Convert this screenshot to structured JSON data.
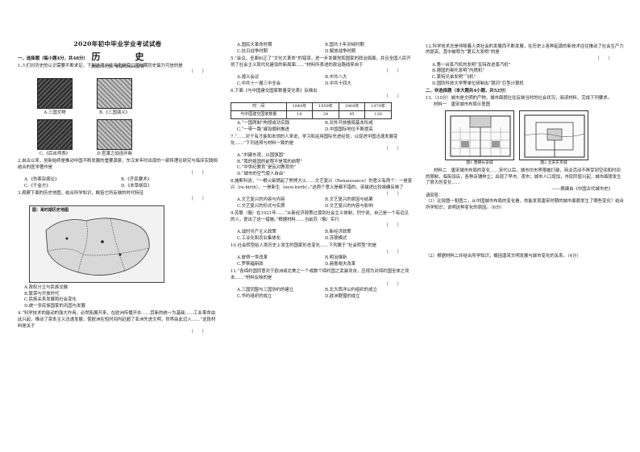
{
  "header": {
    "exam_title": "2020年初中毕业学业考试试卷",
    "subject": "历　史",
    "meta": "满分100分，考试时间60分钟"
  },
  "col1": {
    "section1": "一、选择题（每小题4分，共48分）",
    "q1": "1.人们对历史的认识需要不断求证。下列选项中能用来研究三国时期历史最为可信的是",
    "q1_paren": "（　　）",
    "q1_options": [
      "A.三国文物",
      "B.《三国演义》",
      "C.《后出师表》",
      "D.官渡之战连环画"
    ],
    "q2": "2.自古以来，创新始终是推动中国不断发展的重要源泉，东汉末年时出现的一部将理论研究与临床实践相结合的医学著作是",
    "q2_paren": "（　　）",
    "q2_options": [
      "A.《伤寒杂病论》",
      "B.《齐民要术》",
      "C.《千金方》",
      "D.《本草纲目》"
    ],
    "q3": "3.观察下面的历史地图，结合所学知识，概括它所反映的时代特征",
    "q3_paren": "（　　）",
    "q3_options": [
      "A.政权分立与民族交融",
      "B.繁荣与开放时代",
      "C.民族关系发展和社会变化",
      "D.统一多民族国家的巩固与发展"
    ],
    "q4": "4.“科学技术的能动的强大作用，必然拓展开来，在欧洲传播开去……其新的统一为基础……工业革命由此兴起，推动了资本主义迅速发展，使欧洲在短时间内赶超了亚洲先进文明，世界由此迈入……”这段材料是关于",
    "q4_paren": "（　　）"
  },
  "col2": {
    "q4_options": [
      "A.国民大革命时期",
      "B.国共十年对峙时期",
      "C.抗日战争时期",
      "D.解放战争时期"
    ],
    "q5": "5.“会议，全面纠正了“文化大革命”的错误，进一步发展党和国家的政治局面，并且全国人民开创了社会主义现代化建设的新局面……”材料所表述的政治路线来自于",
    "q5_paren": "（　　）",
    "q5_options": [
      "A.遵义会议",
      "B.中共八大",
      "C.中共十一届三中全会",
      "D.中共十四大"
    ],
    "q6": "6.下面《与中国建交国家数量变化表》反映出",
    "q6_paren": "（　　）",
    "table_header": [
      "时　间",
      "1949年",
      "1959年",
      "1969年",
      "1979年"
    ],
    "table_row": [
      "与中国建交国家数量",
      "18",
      "34",
      "45",
      "120"
    ],
    "q6_options": [
      "A.“一国两制”构想成功实践",
      "B.对外开放格局基本形成",
      "C.“一带一路”建设顺利推进",
      "D.中国国际地位不断提高"
    ],
    "q7": "7.“……对于有才能和本领的人来说，学习和运用国际先进经验，以促进中国迅速发展变化……”下列选项与材料一致的是",
    "q7_paren": "（　　）",
    "q7_options": [
      "A.“刘建东观，以国强国”",
      "B.“我的祖国的前程不是我的前程”",
      "C.“中世纪教育“是反对教育的”",
      "D.“城市的空气使人自由”"
    ],
    "q8": "8.施斯科说，“一根火柴燃起了熊熊大火……文艺复兴（Renaissance）的意义有两个：一是复兴（re-birth），一是新生（new-birth）。”这两个意义是都不错的。该描述比较准确反映了",
    "q8_paren": "（　　）",
    "q8_options": [
      "A.文艺复兴的内容与内容",
      "B.文艺复兴的原因与结果",
      "C.文艺复兴的形式与实质",
      "D.文艺复兴的内容与影响"
    ],
    "q9": "9.苏联（俄）在1921年……“从新经济政策过渡到社会主义体制，列宁说，自己是一个有远见的人，提出了这一措施。”根据材料……当前苏（俄）实行",
    "q9_paren": "（　　）",
    "q9_options": [
      "A.战时共产主义政策",
      "B.新经济政策",
      "C.工业化和农业集体化",
      "D.苏联模式"
    ],
    "q10": "10.社会转型给人类历史上发生的国家形态变化……下列属于“社会转型”的是",
    "q10_paren": "（　　）",
    "q10_options": [
      "A.彼得一世改革",
      "B.明治维新",
      "C.罗斯福新政",
      "D.赫鲁晓夫改革"
    ],
    "q11": "11.“各缔约国同意对于欧洲或北美之一个或数个缔约国之武装攻击，应视为对缔约国全体之攻击……”材料反映的是",
    "q11_paren": "（　　）",
    "q11_options": [
      "A.三国同盟与三国协约的建立",
      "B.北大西洋公约组织的成立",
      "C.华约组织的成立",
      "D.欧洲联盟的成立"
    ]
  },
  "col3": {
    "q12": "12.科学技术总是伴随着人类社会的发展而不断发展，在历史上各种起源的新技术往往推动了社会生产力的提高，其中被称为“第五大发明”的是",
    "q12_paren": "（　　）",
    "q12_options": [
      "A.第一台蒸汽机的发明“瓦特改进蒸汽机”",
      "B.德国的奥托发明“内燃机”",
      "C.莱特兄弟发明“飞机”",
      "D.国防科技大学等单位研制出“银河”巨型计算机"
    ],
    "section2": "二、非选择题（本大题共4小题，共52分）",
    "q13": "13.（10分）城市是文明的产物，城市面貌往往反映当时的社会状况，阅读材料，完成下列要求。",
    "material1_label": "材料一　唐宋城市布局示意图",
    "plan1_caption": "图1 唐朝长安城",
    "plan2_caption": "图2 北宋东京城",
    "material2": "材料二　唐宋城市布局的变化……宋代以后，城市坊市界限被打破，商业活动不再受到空间和时间的限制，临街设店，各种店铺林立；出现了早市、夜市；城市人口增加，市民阶层兴起，城市面貌发生了很大的变化……",
    "material2_source": "——摘编自《中国古代城市史》",
    "ask": "请回答：",
    "ask1": "（1）比较图一和图二，从中国城市布局的变化看，你能发现唐宋时期的城市面貌发生了哪些变化？结合所学知识，说明这种变化的原因。（6分）",
    "ask2": "（2）根据材料二并结合所学知识，概括唐宋文明发展与城市变化的关系。（4分）"
  },
  "map": {
    "label": "图：某时期历史地图"
  }
}
